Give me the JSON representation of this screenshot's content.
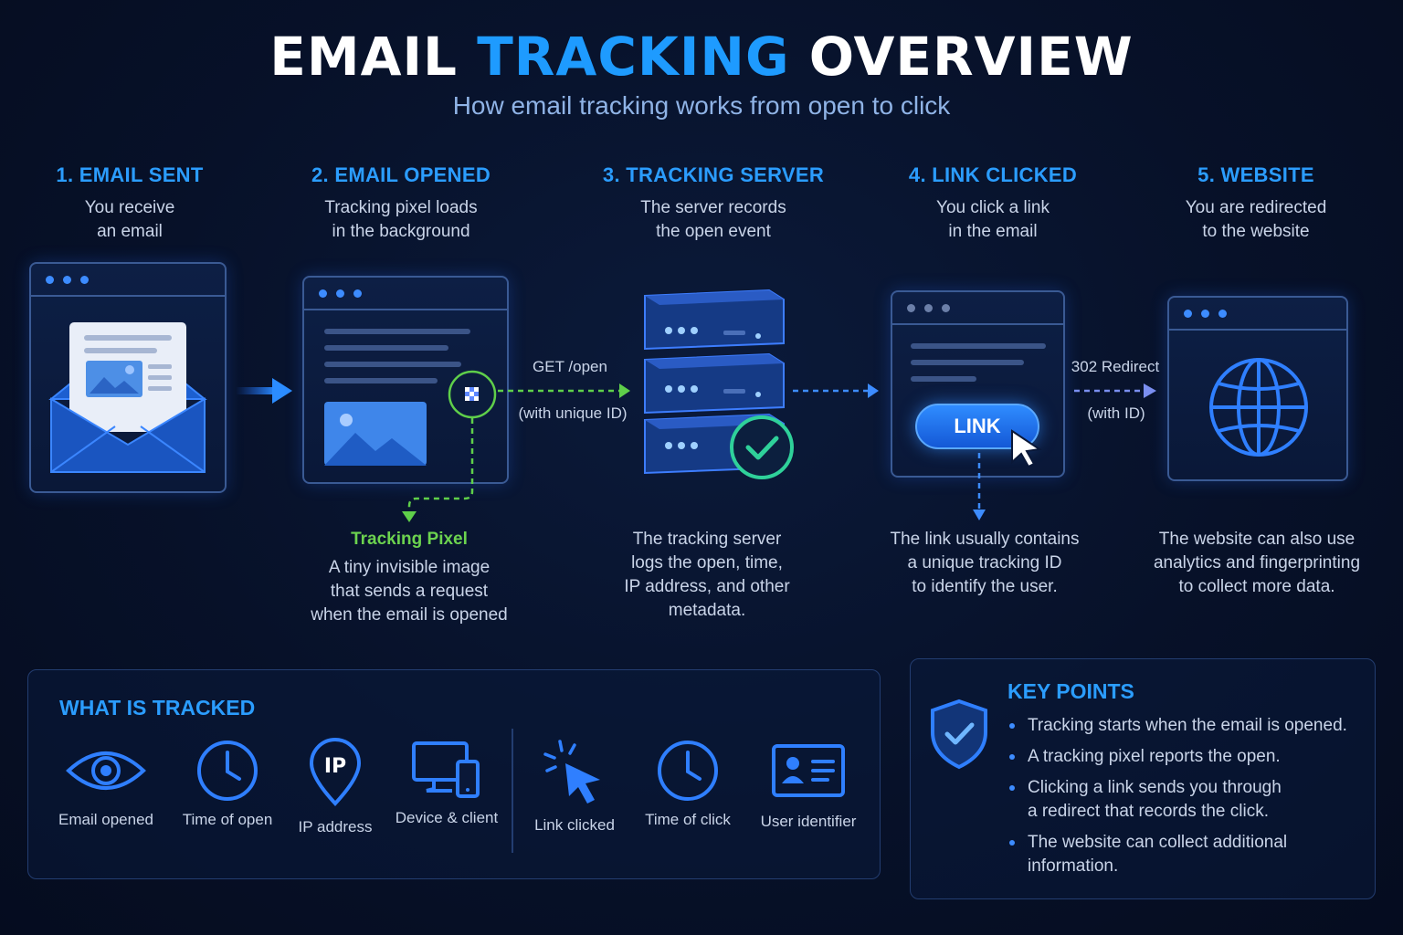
{
  "header": {
    "title_part1": "EMAIL ",
    "title_accent": "TRACKING",
    "title_part2": " OVERVIEW",
    "subtitle": "How email tracking works from open to click"
  },
  "steps": [
    {
      "title": "1. EMAIL SENT",
      "desc_line1": "You receive",
      "desc_line2": "an email"
    },
    {
      "title": "2. EMAIL OPENED",
      "desc_line1": "Tracking pixel loads",
      "desc_line2": "in the background"
    },
    {
      "title": "3. TRACKING SERVER",
      "desc_line1": "The server records",
      "desc_line2": "the open event"
    },
    {
      "title": "4. LINK CLICKED",
      "desc_line1": "You click a link",
      "desc_line2": "in the email"
    },
    {
      "title": "5. WEBSITE",
      "desc_line1": "You are redirected",
      "desc_line2": "to the website"
    }
  ],
  "flow": {
    "get_open": "GET /open",
    "with_unique_id": "(with unique ID)",
    "redirect": "302 Redirect",
    "with_id": "(with ID)",
    "link_button": "LINK"
  },
  "notes": {
    "pixel_title": "Tracking Pixel",
    "pixel_lines": [
      "A tiny invisible image",
      "that sends a request",
      "when the email is opened"
    ],
    "server_lines": [
      "The tracking server",
      "logs the open, time,",
      "IP address, and other",
      "metadata."
    ],
    "link_lines": [
      "The link usually contains",
      "a unique tracking ID",
      "to identify the user."
    ],
    "website_lines": [
      "The website can also use",
      "analytics and fingerprinting",
      "to collect more data."
    ]
  },
  "tracked": {
    "title": "WHAT IS TRACKED",
    "items": [
      {
        "label": "Email opened",
        "icon": "eye-icon"
      },
      {
        "label": "Time of open",
        "icon": "clock-icon"
      },
      {
        "label": "IP address",
        "icon": "ip-pin-icon",
        "icon_text": "IP"
      },
      {
        "label": "Device & client",
        "icon": "devices-icon"
      },
      {
        "label": "Link clicked",
        "icon": "cursor-click-icon"
      },
      {
        "label": "Time of click",
        "icon": "clock-icon"
      },
      {
        "label": "User identifier",
        "icon": "id-card-icon"
      }
    ]
  },
  "key_points": {
    "title": "KEY POINTS",
    "items": [
      {
        "line1": "Tracking starts when the email is opened.",
        "line2": ""
      },
      {
        "line1": "A tracking pixel reports the open.",
        "line2": ""
      },
      {
        "line1": "Clicking a link sends you through",
        "line2": "a redirect that records the click."
      },
      {
        "line1": "The website can collect additional",
        "line2": "information."
      }
    ]
  },
  "colors": {
    "accent": "#1e9bff",
    "pixel_green": "#6cd34f",
    "background": "#071129"
  }
}
